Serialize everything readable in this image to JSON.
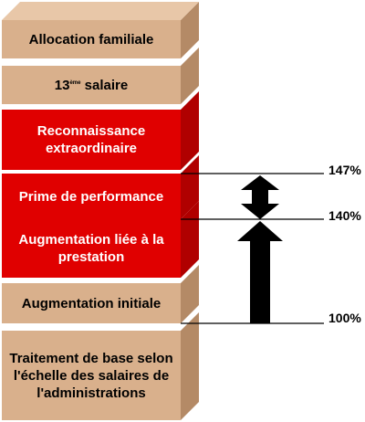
{
  "colors": {
    "tan": "#d9b08c",
    "red": "#e00000",
    "arrow": "#000000",
    "line": "#000000"
  },
  "levels": [
    {
      "text": "Allocation familiale",
      "color": "tan"
    },
    {
      "text_superscript": "ème",
      "text_suffix": " salaire",
      "text_prefix": "13",
      "color": "tan"
    },
    {
      "text": "Reconnaissance extraordinaire",
      "color": "red"
    },
    {
      "text": "Prime de performance",
      "color": "red"
    },
    {
      "text": "Augmentation liée à la prestation",
      "color": "red"
    },
    {
      "text": "Augmentation initiale",
      "color": "tan"
    },
    {
      "text": "Traitement de base selon l'échelle des salaires de l'administrations",
      "color": "tan"
    }
  ],
  "markers": [
    {
      "label": "147%",
      "value": 147
    },
    {
      "label": "140%",
      "value": 140
    },
    {
      "label": "100%",
      "value": 100
    }
  ]
}
